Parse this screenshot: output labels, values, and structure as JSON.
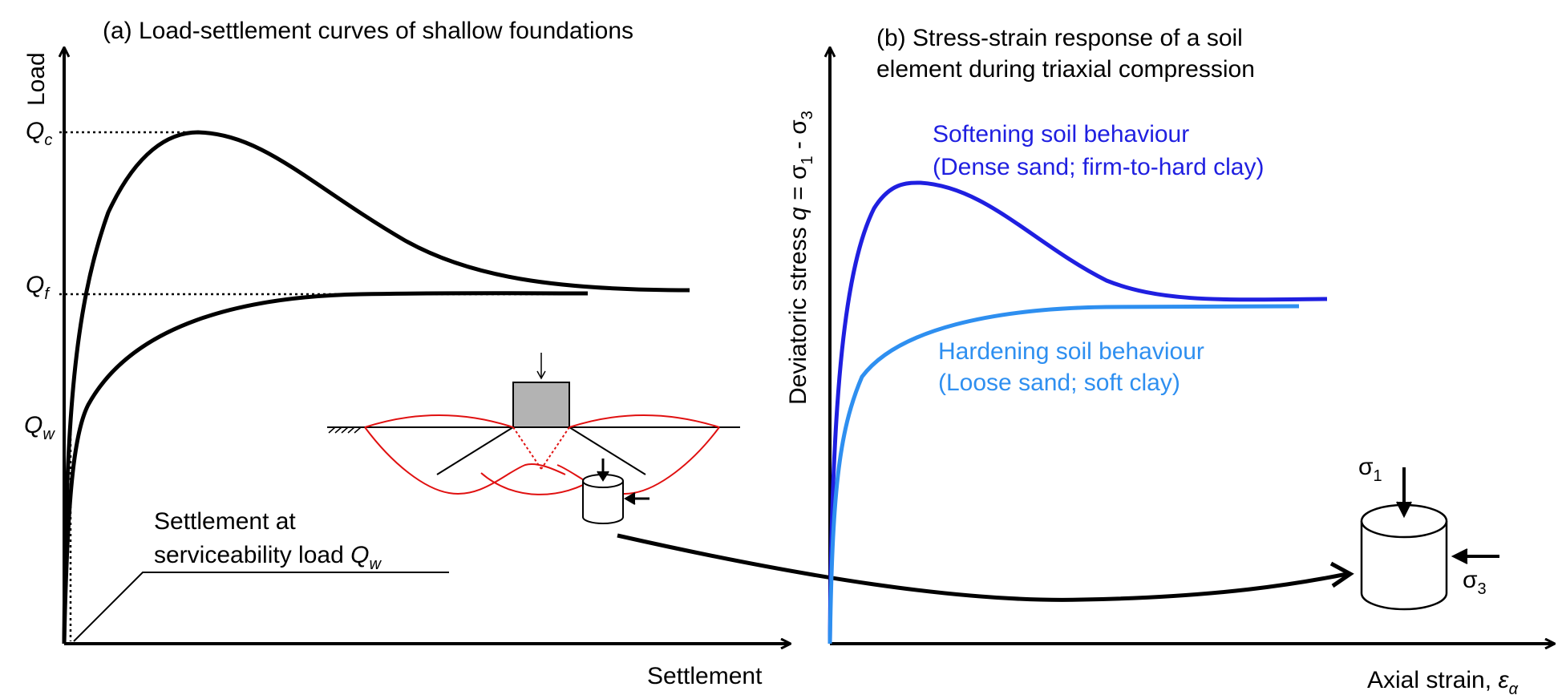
{
  "panel_a": {
    "title": "(a) Load-settlement curves of shallow foundations",
    "y_axis": "Load",
    "x_axis": "Settlement",
    "q_c": "Q",
    "q_c_sub": "c",
    "q_f": "Q",
    "q_f_sub": "f",
    "q_w": "Q",
    "q_w_sub": "w",
    "callout_line1": "Settlement at",
    "callout_line2": "serviceability load ",
    "callout_q": "Q",
    "callout_q_sub": "w"
  },
  "panel_b": {
    "title_line1": "(b) Stress-strain response of a soil",
    "title_line2": "element during triaxial compression",
    "y_axis_prefix": "Deviatoric stress ",
    "y_axis_q": "q",
    "y_axis_eq": " = σ",
    "y_axis_s1": "1",
    "y_axis_minus": " - σ",
    "y_axis_s3": "3",
    "x_axis": "Axial strain, ",
    "x_axis_eps": "ε",
    "x_axis_sub": "α",
    "softening_line1": "Softening soil behaviour",
    "softening_line2": "(Dense sand; firm-to-hard clay)",
    "hardening_line1": "Hardening soil behaviour",
    "hardening_line2": "(Loose sand; soft clay)",
    "sigma1": "σ",
    "sigma1_sub": "1",
    "sigma3": "σ",
    "sigma3_sub": "3"
  },
  "colors": {
    "softening": "#1f1fe0",
    "hardening": "#2e8ff0",
    "failure_surface": "#e01010",
    "footing": "#b3b3b3"
  }
}
